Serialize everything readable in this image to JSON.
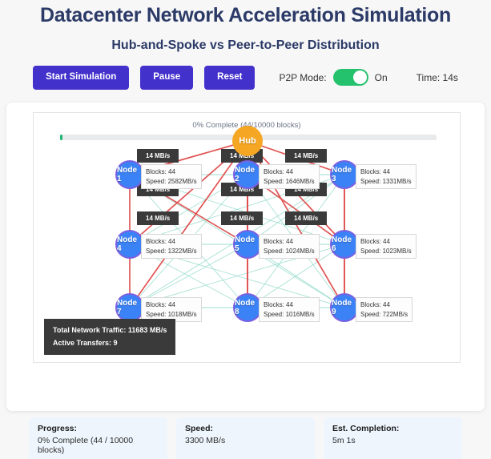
{
  "header": {
    "title": "Datacenter Network Acceleration Simulation",
    "subtitle": "Hub-and-Spoke vs Peer-to-Peer Distribution"
  },
  "controls": {
    "start_label": "Start Simulation",
    "pause_label": "Pause",
    "reset_label": "Reset",
    "p2p_label": "P2P Mode:",
    "p2p_state": "On",
    "time_label": "Time: 14s",
    "accent_color": "#4331cc",
    "toggle_on_color": "#25c26e"
  },
  "progress": {
    "text": "0% Complete (44/10000 blocks)",
    "percent": 0.44,
    "fill_color": "#21b573"
  },
  "network": {
    "hub": {
      "label": "Hub",
      "color": "#f5a623"
    },
    "node_color": "#3b82f6",
    "hub_link_color": "#e04a4a",
    "peer_link_color": "#7fd4c1",
    "nodes": [
      {
        "label": "Node 1",
        "blocks": "Blocks: 44",
        "speed": "Speed: 2582MB/s"
      },
      {
        "label": "Node 2",
        "blocks": "Blocks: 44",
        "speed": "Speed: 1646MB/s"
      },
      {
        "label": "Node 3",
        "blocks": "Blocks: 44",
        "speed": "Speed: 1331MB/s"
      },
      {
        "label": "Node 4",
        "blocks": "Blocks: 44",
        "speed": "Speed: 1322MB/s"
      },
      {
        "label": "Node 5",
        "blocks": "Blocks: 44",
        "speed": "Speed: 1024MB/s"
      },
      {
        "label": "Node 6",
        "blocks": "Blocks: 44",
        "speed": "Speed: 1023MB/s"
      },
      {
        "label": "Node 7",
        "blocks": "Blocks: 44",
        "speed": "Speed: 1018MB/s"
      },
      {
        "label": "Node 8",
        "blocks": "Blocks: 44",
        "speed": "Speed: 1016MB/s"
      },
      {
        "label": "Node 9",
        "blocks": "Blocks: 44",
        "speed": "Speed: 722MB/s"
      }
    ],
    "transfer_badges": [
      "14 MB/s",
      "14 MB/s",
      "14 MB/s",
      "14 MB/s",
      "14 MB/s",
      "14 MB/s",
      "14 MB/s",
      "14 MB/s",
      "14 MB/s"
    ],
    "overlay": {
      "total_traffic": "Total Network Traffic: 11683 MB/s",
      "active_transfers": "Active Transfers: 9"
    }
  },
  "stats": [
    {
      "key": "Progress:",
      "value": "0% Complete (44 / 10000 blocks)"
    },
    {
      "key": "Speed:",
      "value": "3300 MB/s"
    },
    {
      "key": "Est. Completion:",
      "value": "5m 1s"
    }
  ]
}
